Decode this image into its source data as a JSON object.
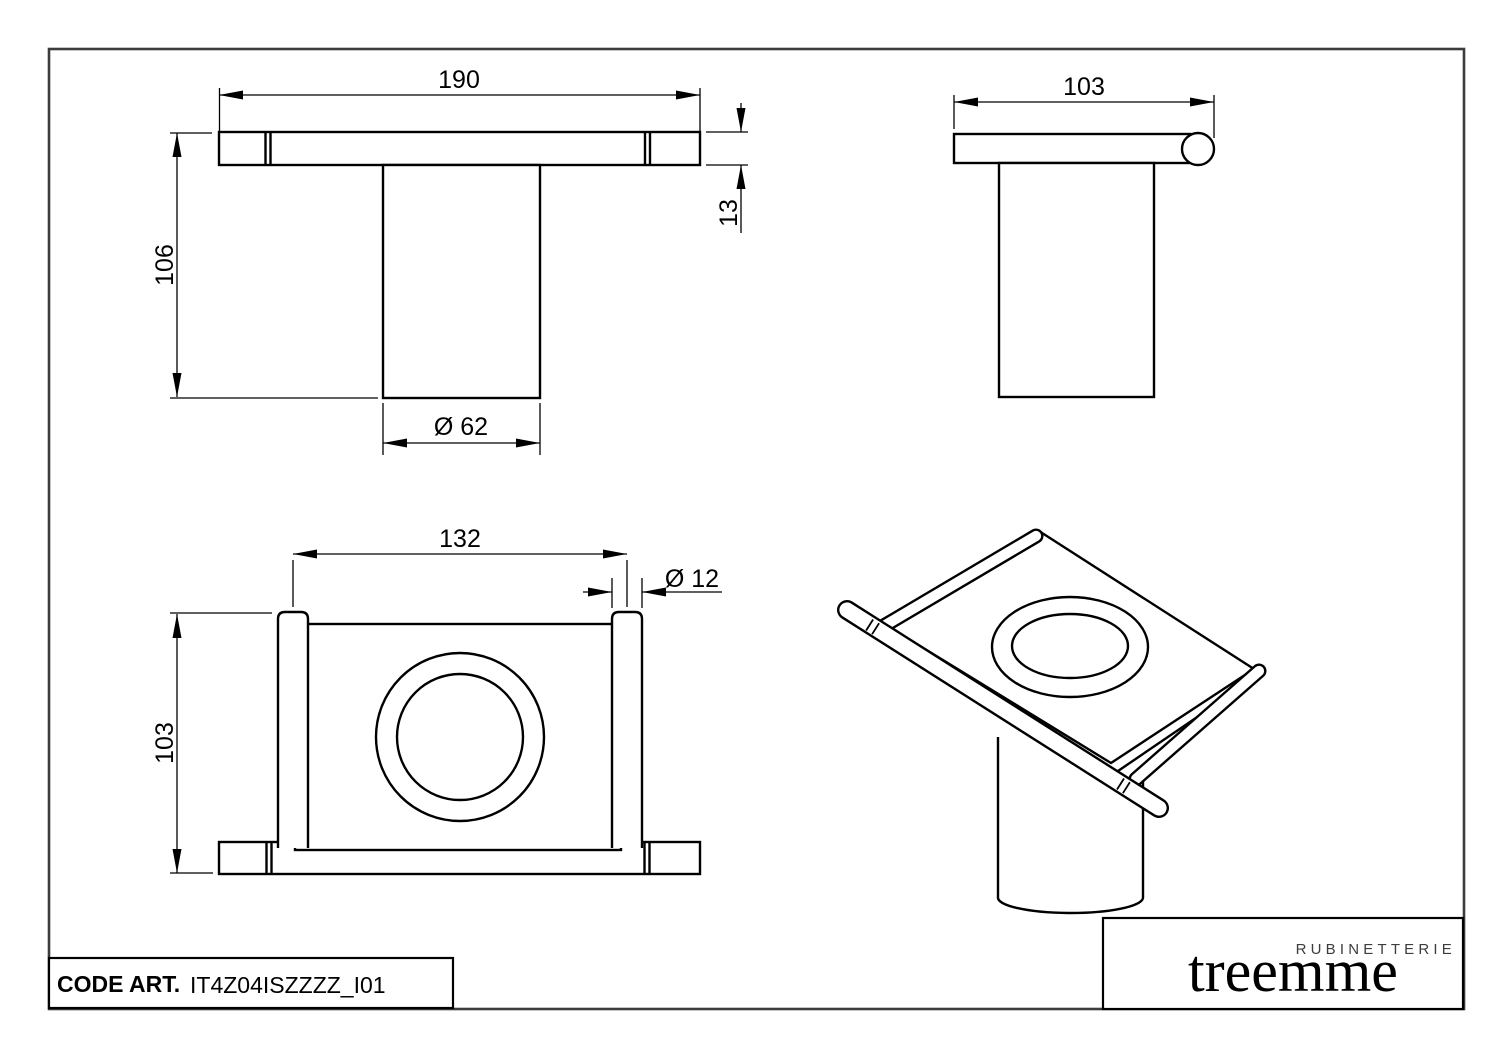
{
  "drawing": {
    "type": "technical-drawing",
    "background": "#ffffff",
    "line_color": "#000000"
  },
  "views": {
    "front": {
      "dim_width": "190",
      "dim_height": "106",
      "dim_thickness": "13",
      "dim_cyl": "Ø 62"
    },
    "side": {
      "dim_depth": "103"
    },
    "plan": {
      "dim_width": "132",
      "dim_tube": "Ø 12",
      "dim_depth": "103"
    }
  },
  "title_block": {
    "code_label": "CODE ART.",
    "code_value": "IT4Z04ISZZZZ_I01"
  },
  "logo": {
    "tagline": "RUBINETTERIE",
    "brand": "treemme"
  }
}
